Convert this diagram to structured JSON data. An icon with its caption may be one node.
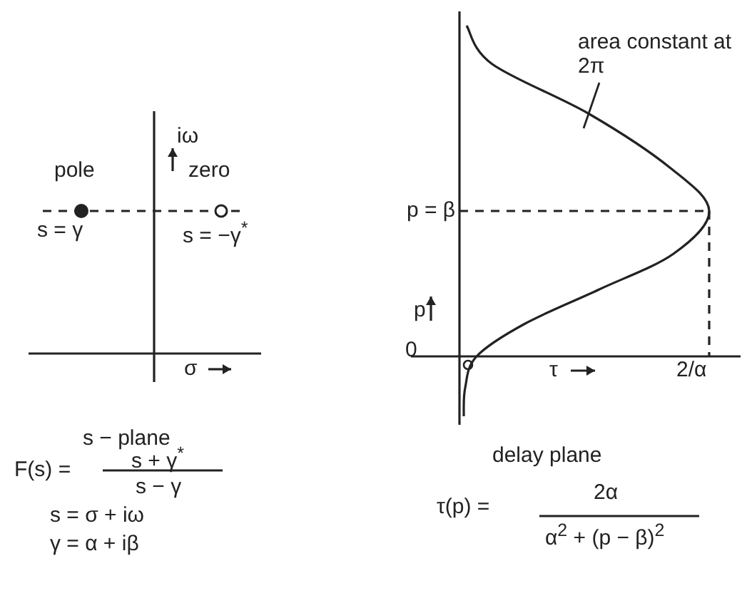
{
  "diagram": {
    "nodes": [
      {
        "text": [
          "area constant at 2π"
        ]
      },
      {
        "text": [],
        "shape": "curve"
      }
    ],
    "edges": [
      {
        "from": 0,
        "to": 1,
        "arrow": "none"
      }
    ],
    "labels": [
      "iω",
      "pole",
      "zero",
      "s = γ",
      "s = −γ$^{*}$",
      "σ",
      "s − plane",
      "F(s) =",
      "s + γ$^{*}$",
      "s − γ",
      "s = σ + iω",
      "γ = α + iβ",
      "p = β",
      "p",
      "0",
      "τ",
      "2/α",
      "delay plane",
      "τ(p) =",
      "2α",
      "α$^{2}$ + (p − β)$^{2}$"
    ]
  }
}
